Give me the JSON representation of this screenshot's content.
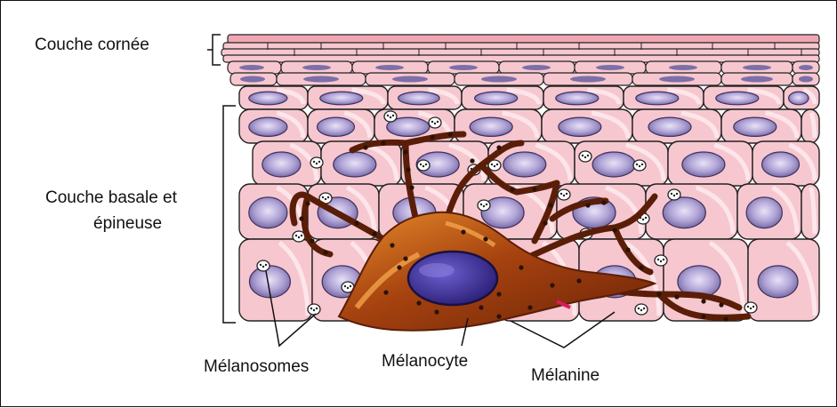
{
  "labels": {
    "stratum_corneum": "Couche cornée",
    "basal_spinous_line1": "Couche basale et",
    "basal_spinous_line2": "épineuse",
    "melanosomes": "Mélanosomes",
    "melanocyte": "Mélanocyte",
    "melanin": "Mélanine"
  },
  "colors": {
    "cell_fill": "#f7c7cf",
    "cell_highlight": "#fde6ea",
    "cell_border": "#222222",
    "nucleus_outer": "#8c7fb0",
    "nucleus_inner": "#c9c0e4",
    "cornified_layer": "#f0a7b3",
    "melanocyte_body": "#a0400e",
    "melanocyte_light": "#e07a20",
    "melanocyte_nucleus": "#3b2e8e",
    "melanin_dots": "#2a1206",
    "dendrite": "#5a1e08"
  }
}
